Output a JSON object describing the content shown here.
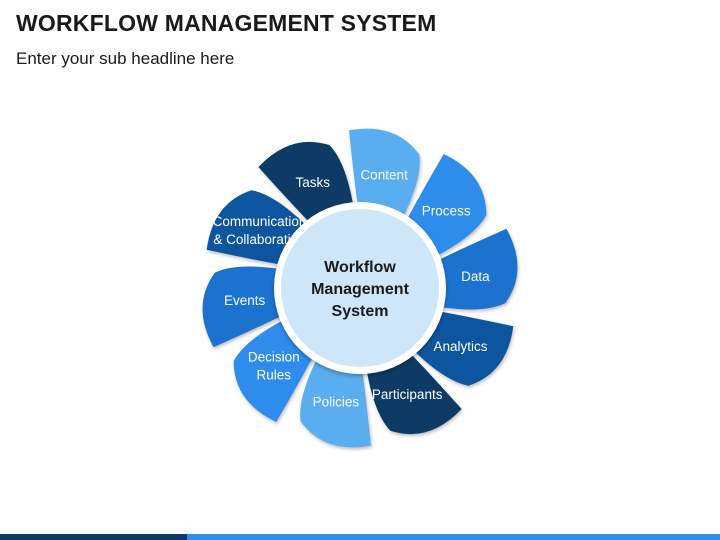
{
  "title": "WORKFLOW MANAGEMENT SYSTEM",
  "subtitle": "Enter your sub headline here",
  "hub": {
    "lines": [
      "Workflow",
      "Management",
      "System"
    ],
    "fill": "#cfe6f8",
    "ring": "#ffffff"
  },
  "petals": [
    {
      "key": "content",
      "lines": [
        "Content"
      ],
      "color": "#5aaef0"
    },
    {
      "key": "process",
      "lines": [
        "Process"
      ],
      "color": "#2f8cec"
    },
    {
      "key": "data",
      "lines": [
        "Data"
      ],
      "color": "#1a72cf"
    },
    {
      "key": "analytics",
      "lines": [
        "Analytics"
      ],
      "color": "#11559e"
    },
    {
      "key": "participants",
      "lines": [
        "Participants"
      ],
      "color": "#0d3a66"
    },
    {
      "key": "policies",
      "lines": [
        "Policies"
      ],
      "color": "#5aaef0"
    },
    {
      "key": "decision-rules",
      "lines": [
        "Decision",
        "Rules"
      ],
      "color": "#2f8cec"
    },
    {
      "key": "events",
      "lines": [
        "Events"
      ],
      "color": "#1a72cf"
    },
    {
      "key": "communication-collaboration",
      "lines": [
        "Communication",
        "& Collaboration"
      ],
      "color": "#11559e"
    },
    {
      "key": "tasks",
      "lines": [
        "Tasks"
      ],
      "color": "#0d3a66"
    }
  ],
  "footer_colors": [
    "#0d3a66",
    "#2f8cec"
  ]
}
